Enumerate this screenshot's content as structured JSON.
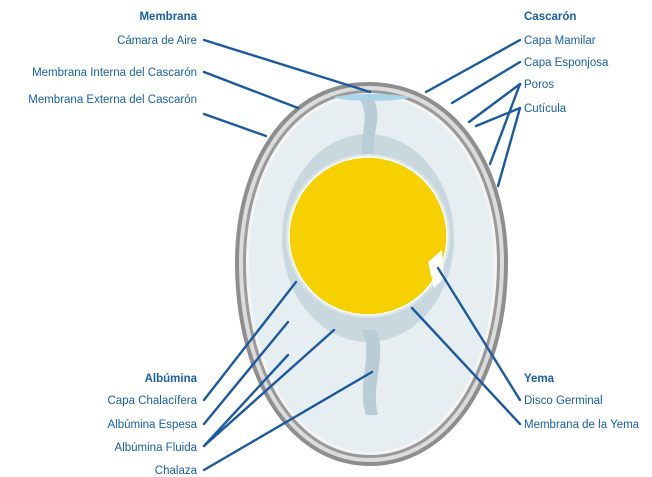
{
  "membrane": {
    "header": "Membrana",
    "items": [
      "Cámara de Aire",
      "Membrana Interna del Cascarón",
      "Membrana Externa del Cascarón"
    ]
  },
  "shell": {
    "header": "Cascarón",
    "items": [
      "Capa Mamilar",
      "Capa Esponjosa",
      "Poros",
      "Cutícula"
    ]
  },
  "albumen": {
    "header": "Albúmina",
    "items": [
      "Capa Chalacífera",
      "Albúmina Espesa",
      "Albúmina Fluida",
      "Chalaza"
    ]
  },
  "yolk": {
    "header": "Yema",
    "items": [
      "Disco Germinal",
      "Membrana de la Yema"
    ]
  },
  "colors": {
    "label_text": "#1a5fa8",
    "leader_line": "#1b5aa0",
    "shell_outer": "#8e8e8e",
    "shell_inner": "#d9d9d9",
    "thin_albumen": "#e9f0f2",
    "thick_albumen": "#c9d8df",
    "yolk": "#f7d000",
    "air_cell": "#a9d3e8"
  }
}
